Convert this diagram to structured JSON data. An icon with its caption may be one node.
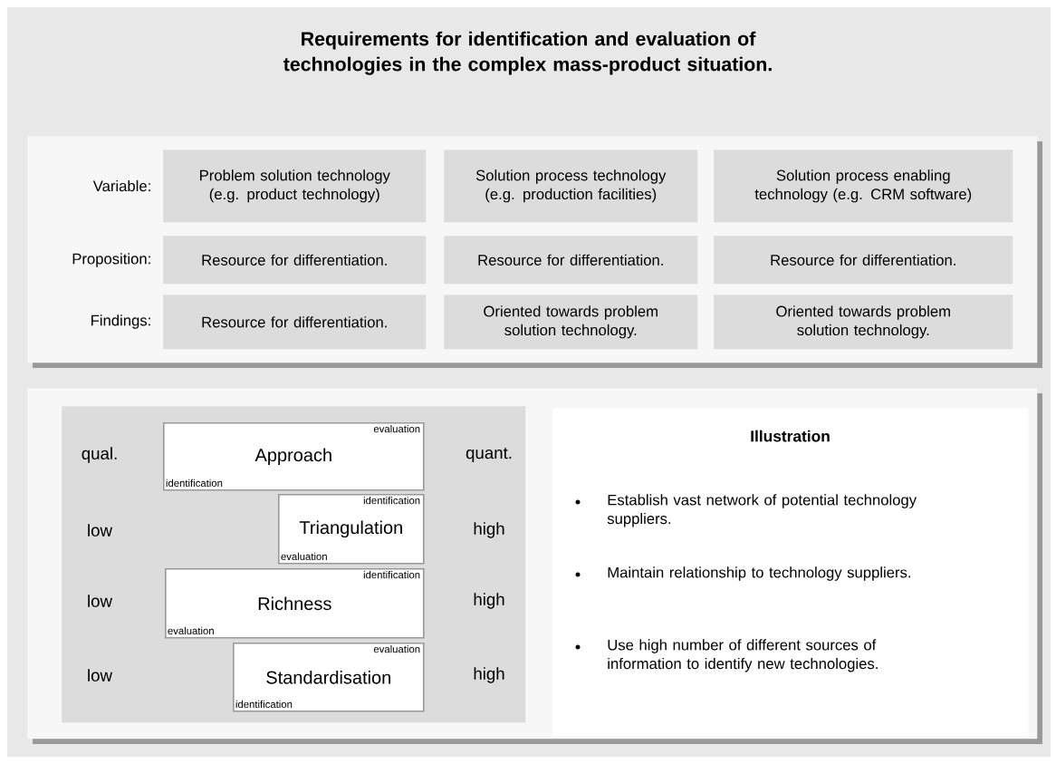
{
  "diagram": {
    "title": "Requirements for identification and evaluation of technologies in the complex mass-product situation.",
    "nodes": [
      {
        "text": [],
        "shape": "box"
      },
      {
        "text": [
          "Problem solution technology (e.g. product technology)"
        ],
        "in": 0
      },
      {
        "text": [
          "Solution process technology (e.g. production facilities)"
        ],
        "in": 0
      },
      {
        "text": [
          "Solution process enabling technology (e.g. CRM software)"
        ],
        "in": 0
      },
      {
        "text": [
          "Resource for differentiation."
        ],
        "in": 0
      },
      {
        "text": [
          "Resource for differentiation."
        ],
        "in": 0
      },
      {
        "text": [
          "Resource for differentiation."
        ],
        "in": 0
      },
      {
        "text": [
          "Resource for differentiation."
        ],
        "in": 0
      },
      {
        "text": [
          "Oriented towards problem solution technology."
        ],
        "in": 0
      },
      {
        "text": [
          "Oriented towards problem solution technology."
        ],
        "in": 0
      },
      {
        "text": [],
        "shape": "box"
      },
      {
        "text": [],
        "shape": "box",
        "in": 10
      },
      {
        "text": [
          "evaluation",
          "Approach",
          "identification"
        ],
        "in": 11
      },
      {
        "text": [
          "identification",
          "Triangulation",
          "evaluation"
        ],
        "in": 11
      },
      {
        "text": [
          "identification",
          "Richness",
          "evaluation"
        ],
        "in": 11
      },
      {
        "text": [
          "evaluation",
          "Standardisation",
          "identification"
        ],
        "in": 11
      },
      {
        "text": [
          "Illustration",
          "Establish vast network of potential technology suppliers.",
          "Maintain relationship to technology suppliers.",
          "Use high number of different sources of information to identify new technologies."
        ],
        "in": 10
      }
    ],
    "labels": [
      "Variable:",
      "Proposition:",
      "Findings:",
      "qual.",
      "quant.",
      "low",
      "high",
      "low",
      "high",
      "low",
      "high"
    ]
  }
}
